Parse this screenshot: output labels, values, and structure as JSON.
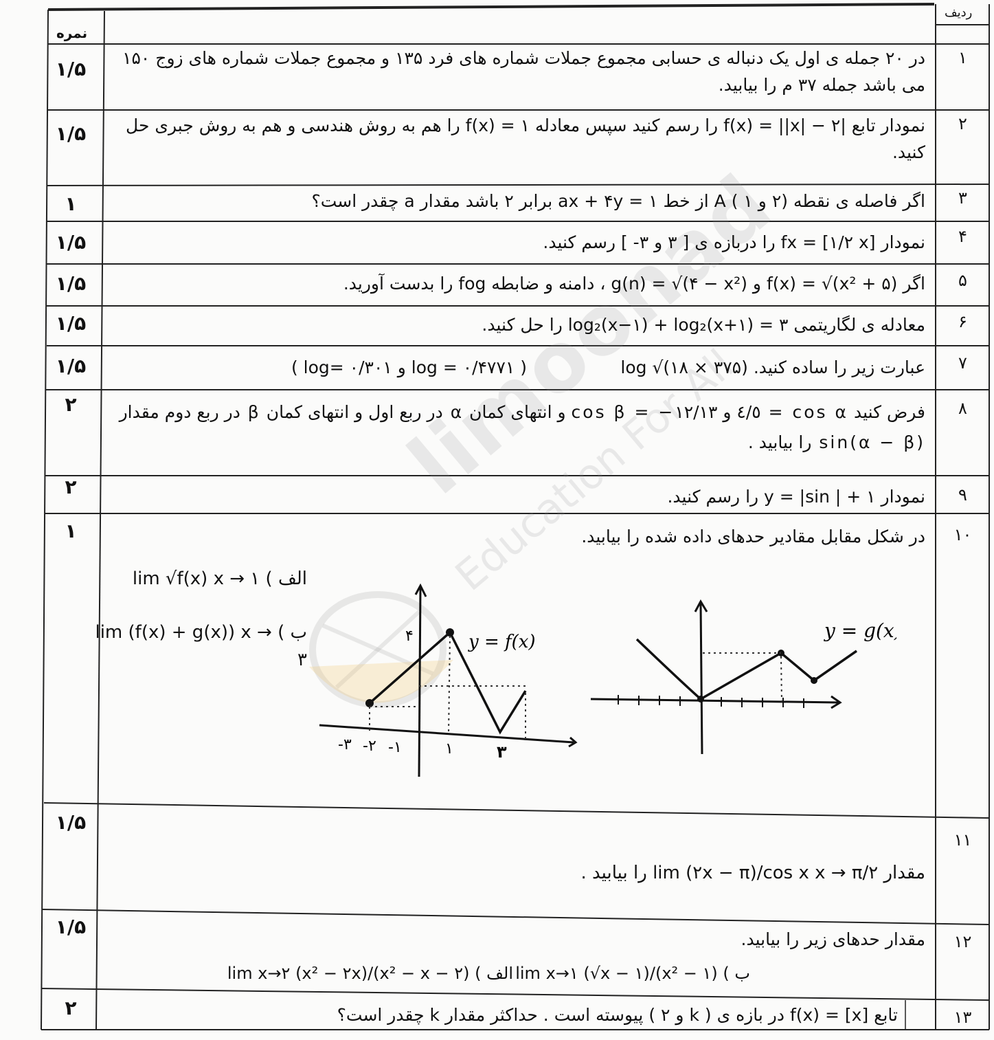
{
  "header": {
    "row_label": "ردیف",
    "score_label": "نمره"
  },
  "rows": [
    {
      "num": "۱",
      "score": "۱/۵",
      "text": "در ۲۰ جمله ی اول یک دنباله ی حسابی مجموع جملات شماره های فرد ۱۳۵ و مجموع جملات شماره های زوج ۱۵۰ می باشد جمله ۳۷ م را بیابید."
    },
    {
      "num": "۲",
      "score": "۱/۵",
      "text": "نمودار تابع |f(x) = ||x| − ۲ را رسم کنید سپس معادله f(x) = ۱ را هم به روش هندسی و هم به روش جبری حل کنید."
    },
    {
      "num": "۳",
      "score": "۱",
      "text": "اگر فاصله ی نقطه (۲ و ۱ ) A از خط ax + ۴y = ۱ برابر ۲ باشد مقدار a چقدر است؟"
    },
    {
      "num": "۴",
      "score": "۱/۵",
      "text": "نمودار fx = [۱/۲ x] را دربازه ی [ ۳ و ۳- ] رسم کنید."
    },
    {
      "num": "۵",
      "score": "۱/۵",
      "text": "اگر f(x) = √(x² + ۵) و g(n) = √(۴ − x²) ، دامنه و ضابطه fog را بدست آورید."
    },
    {
      "num": "۶",
      "score": "۱/۵",
      "text": "معادله ی لگاریتمی log₂(x−۱) + log₂(x+۱) = ۳ را حل کنید."
    },
    {
      "num": "۷",
      "score": "۱/۵",
      "text": "عبارت زیر را ساده کنید. log √(۱۸ × ۳۷۵)",
      "note": "( log = ۰/۴۷۷۱ و log= ۰/۳۰۱ )"
    },
    {
      "num": "۸",
      "score": "۲",
      "text": "فرض کنید cos α = ٤/٥ و cos β = −۱۲/۱۳ و انتهای کمان α در ربع اول و انتهای کمان β در ربع دوم مقدار sin(α − β) را بیابید ."
    },
    {
      "num": "۹",
      "score": "۲",
      "text": "نمودار y = |sin | + ۱ را رسم کنید."
    },
    {
      "num": "۱۰",
      "score": "۱",
      "text": "در شکل مقابل مقادیر حدهای داده شده را بیابید.",
      "part_a": "الف ) lim √f(x)  x → ۱",
      "part_b": "ب ) lim (f(x) + g(x))  x → ۳",
      "graph_f_label": "y = f(x)",
      "graph_g_label": "y = g(x)",
      "f_ticks": [
        "-۳",
        "-۲",
        "-۱",
        "۱",
        "۳"
      ],
      "f_ytick": "۴"
    },
    {
      "num": "۱۱",
      "score": "۱/۵",
      "text": "مقدار lim (۲x − π)/cos x  x → π/۲ را بیابید ."
    },
    {
      "num": "۱۲",
      "score": "۱/۵",
      "text": "مقدار حدهای زیر را بیابید.",
      "part_a": "الف ) lim x→۲ (x² − ۲x)/(x² − x − ۲)",
      "part_b": "ب ) lim x→۱ (√x − ۱)/(x² − ۱)"
    },
    {
      "num": "۱۳",
      "score": "۲",
      "text": "تابع f(x) = [x] در بازه ی ( k و ۲ ) پیوسته است . حداکثر مقدار k چقدر است؟"
    }
  ],
  "watermark": {
    "brand": "limoonad",
    "tagline": "Education For All"
  }
}
